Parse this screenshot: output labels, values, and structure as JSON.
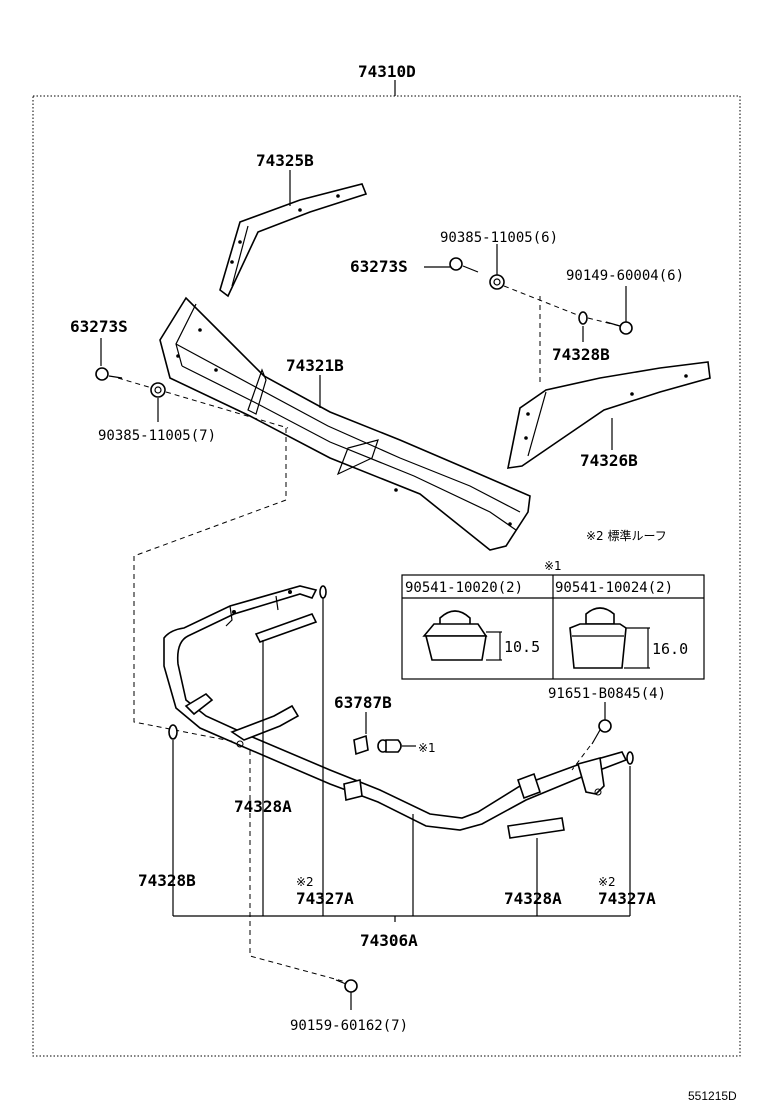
{
  "assembly_label": "74310D",
  "reference_code": "551215D",
  "parts": {
    "p74325B": "74325B",
    "p63273S_top": "63273S",
    "p90385_top": "90385-11005(6)",
    "p90149": "90149-60004(6)",
    "p74328B_top": "74328B",
    "p63273S_left": "63273S",
    "p74321B": "74321B",
    "p90385_left": "90385-11005(7)",
    "p74326B": "74326B",
    "p63787B": "63787B",
    "p91651": "91651-B0845(4)",
    "p74328A_left": "74328A",
    "p74328B_left": "74328B",
    "p74327A_mid": "74327A",
    "p74328A_right": "74328A",
    "p74327A_right": "74327A",
    "p74306A": "74306A",
    "p90159": "90159-60162(7)"
  },
  "notes": {
    "note2_legend": "※2 標準ルーフ",
    "note1_marker": "※1",
    "note1_ref": "※1",
    "note2_mid": "※2",
    "note2_right": "※2"
  },
  "table": {
    "col1_header": "90541-10020(2)",
    "col2_header": "90541-10024(2)",
    "col1_dim": "10.5",
    "col2_dim": "16.0"
  }
}
